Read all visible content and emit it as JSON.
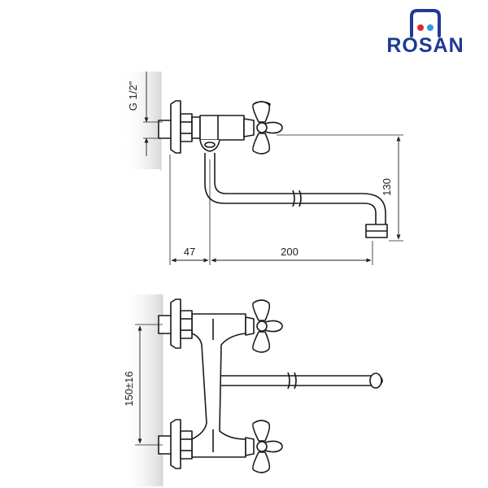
{
  "brand": {
    "name": "ROSAN",
    "colors": {
      "text": "#1f3a93",
      "dot_red": "#e3262b",
      "dot_blue": "#2b9be0",
      "arc": "#1f3a93"
    }
  },
  "side_view": {
    "dimensions": {
      "thread": "G 1/2\"",
      "wall_offset": "47",
      "spout_reach": "200",
      "spout_height": "130"
    }
  },
  "front_view": {
    "dimensions": {
      "inlet_spacing": "150±16"
    }
  },
  "colors": {
    "line": "#1a1a1a",
    "wall_shade": "#dcdcdc"
  }
}
